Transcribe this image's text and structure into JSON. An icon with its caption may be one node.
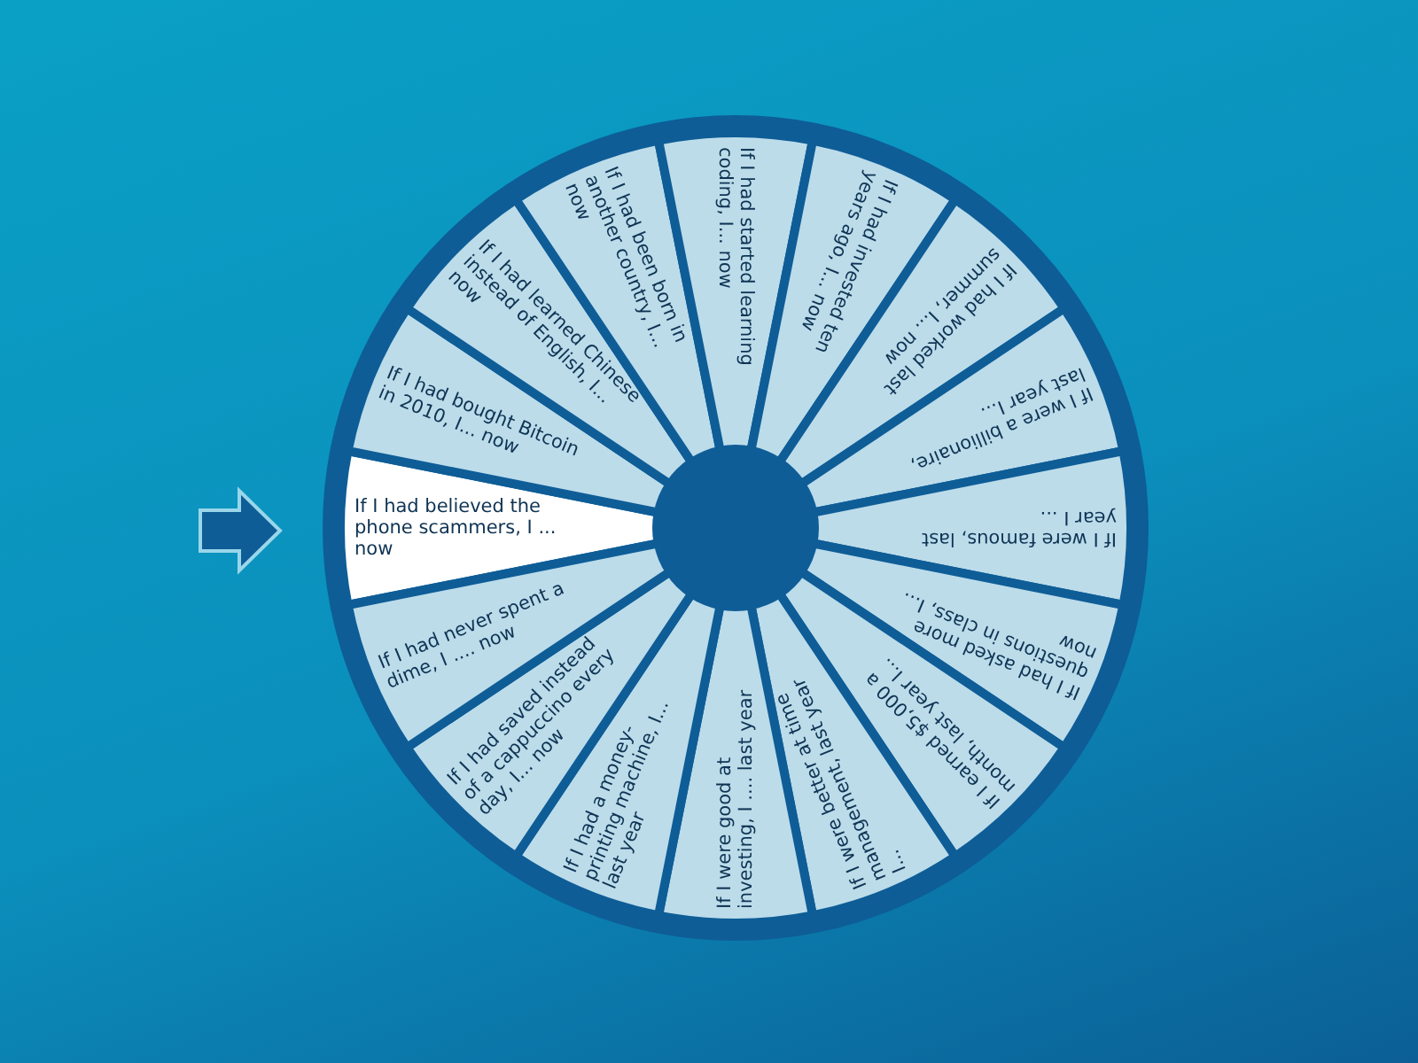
{
  "diagram": {
    "nodes": [
      {
        "text": [
          "If I had believed the phone scammers, I ... now"
        ]
      },
      {
        "text": [
          "If I had bought Bitcoin in 2010, I... now"
        ]
      },
      {
        "text": [
          "If I had learned Chinese instead of English, I... now"
        ]
      },
      {
        "text": [
          "If I had been born in another country, I... now"
        ]
      },
      {
        "text": [
          "If I had started learning coding, I... now"
        ]
      },
      {
        "text": [
          "If I had invested ten years ago, I... now"
        ]
      },
      {
        "text": [
          "If I had worked last summer, I... now"
        ]
      },
      {
        "text": [
          "If I were a billionaire, last year I..."
        ]
      },
      {
        "text": [
          "If I were famous, last year I ..."
        ]
      },
      {
        "text": [
          "If I had asked more questions in class, I... now"
        ]
      },
      {
        "text": [
          "If I earned $5,000 a month, last year I..."
        ]
      },
      {
        "text": [
          "If I were better at time management, last year I..."
        ]
      },
      {
        "text": [
          "If I were good at investing, I .... last year"
        ]
      },
      {
        "text": [
          "If I had a money-printing machine, I... last year"
        ]
      },
      {
        "text": [
          "If I had saved instead of a cappuccino every day, I... now"
        ]
      },
      {
        "text": [
          "If I had never spent a dime, I .... now"
        ]
      }
    ]
  }
}
